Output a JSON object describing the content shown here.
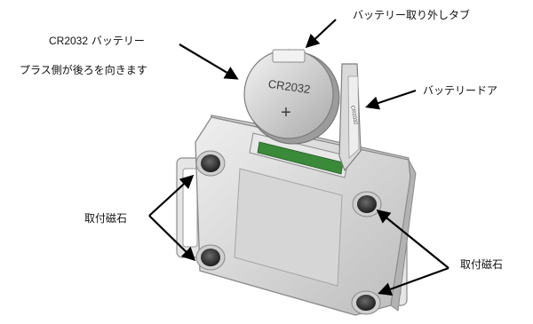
{
  "labels": {
    "battery_model": "CR2032",
    "battery_word": "バッテリー",
    "polarity_note": "プラス側が後ろを向きます",
    "removal_tab": "バッテリー取り外しタブ",
    "battery_door": "バッテリードア",
    "magnet_left": "取付磁石",
    "magnet_right": "取付磁石"
  },
  "battery": {
    "engraving": "CR2032",
    "plus_symbol": "+"
  },
  "door": {
    "engraving": "CR2032"
  },
  "colors": {
    "arrow": "#000000",
    "housing": "#d9d9d9",
    "housing_edge": "#9a9a9a",
    "pcb": "#3a8a3a",
    "magnet": "#3a3a3a"
  }
}
